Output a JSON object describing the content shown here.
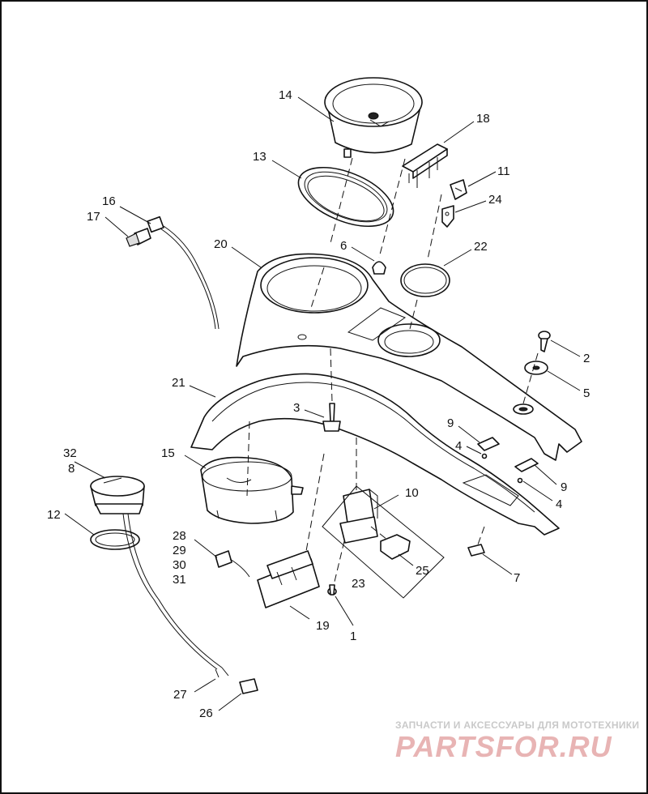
{
  "diagram": {
    "labels": {
      "l1": "1",
      "l2": "2",
      "l3": "3",
      "l4a": "4",
      "l4b": "4",
      "l5": "5",
      "l6": "6",
      "l7": "7",
      "l8": "8",
      "l9a": "9",
      "l9b": "9",
      "l10": "10",
      "l11": "11",
      "l12": "12",
      "l13": "13",
      "l14": "14",
      "l15": "15",
      "l16": "16",
      "l17": "17",
      "l18": "18",
      "l19": "19",
      "l20": "20",
      "l21": "21",
      "l22": "22",
      "l23": "23",
      "l24": "24",
      "l25": "25",
      "l26": "26",
      "l27": "27",
      "l28": "28",
      "l29": "29",
      "l30": "30",
      "l31": "31",
      "l32": "32"
    }
  },
  "watermark": {
    "tagline": "ЗАПЧАСТИ И АКСЕССУАРЫ ДЛЯ МОТОТЕХНИКИ",
    "logo": "PARTSFOR.RU"
  }
}
